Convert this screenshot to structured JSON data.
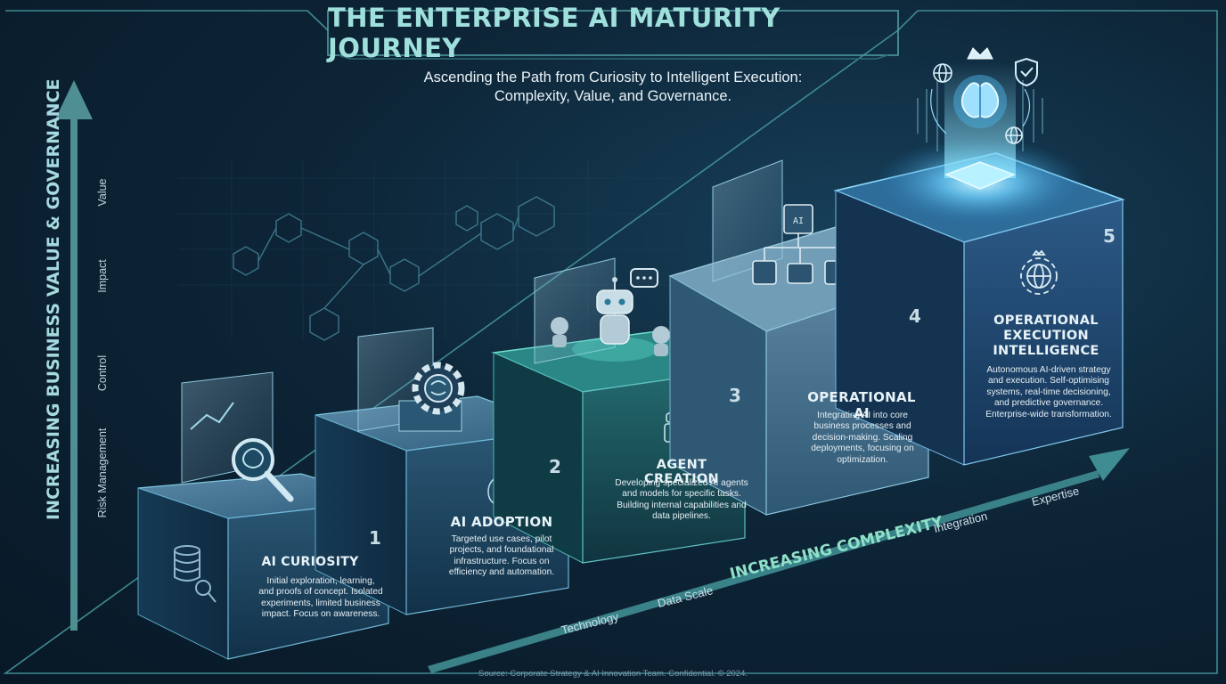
{
  "title": "THE ENTERPRISE AI MATURITY JOURNEY",
  "subtitle": [
    "Ascending the Path from Curiosity to Intelligent Execution:",
    "Complexity, Value, and Governance."
  ],
  "y_axis": {
    "title": "INCREASING BUSINESS VALUE & GOVERNANCE",
    "ticks": [
      "Value",
      "Impact",
      "Control",
      "Risk Management"
    ]
  },
  "x_axis": {
    "title": "INCREASING COMPLEXITY",
    "ticks": [
      "Technology",
      "Data Scale",
      "Integration",
      "Expertise"
    ]
  },
  "stages": [
    {
      "number": "1",
      "title": "AI CURIOSITY",
      "description": "Initial exploration, learning, and proofs of concept. Isolated experiments, limited business impact. Focus on awareness.",
      "icons": [
        "magnifier-brain-icon",
        "chart-card-icon",
        "database-icon"
      ]
    },
    {
      "number": "2",
      "title": "AI ADOPTION",
      "description": "Targeted use cases, pilot projects, and foundational infrastructure. Focus on efficiency and automation.",
      "icons": [
        "gear-brain-icon",
        "network-brain-icon"
      ]
    },
    {
      "number": "3",
      "title": "AGENT CREATION",
      "description": "Developing specialized AI agents and models for specific tasks. Building internal capabilities and data pipelines.",
      "icons": [
        "robot-icon",
        "speech-bubble-icon",
        "agent-presenting-icon"
      ]
    },
    {
      "number": "4",
      "title": "OPERATIONAL AI",
      "description": "Integrating AI into core business processes and decision-making. Scaling deployments, focusing on optimization.",
      "icons": [
        "ai-chip-icon",
        "workflow-icon",
        "org-chart-icon"
      ]
    },
    {
      "number": "5",
      "title": "OPERATIONAL EXECUTION INTELLIGENCE",
      "title_lines": [
        "OPERATIONAL",
        "EXECUTION",
        "INTELLIGENCE"
      ],
      "description": "Autonomous AI-driven strategy and execution. Self-optimising systems, real-time decisioning, and predictive governance. Enterprise-wide transformation.",
      "icons": [
        "glowing-brain-icon",
        "crown-icon",
        "shield-check-icon",
        "globe-icon",
        "globe-gear-icon"
      ]
    }
  ],
  "footer": "Source: Corporate Strategy & AI Innovation Team. Confidential. © 2024.",
  "colors": {
    "background": "#0d2537",
    "accent": "#8fe0c8",
    "title": "#9fe0dd",
    "glow": "#6fd3ff"
  }
}
